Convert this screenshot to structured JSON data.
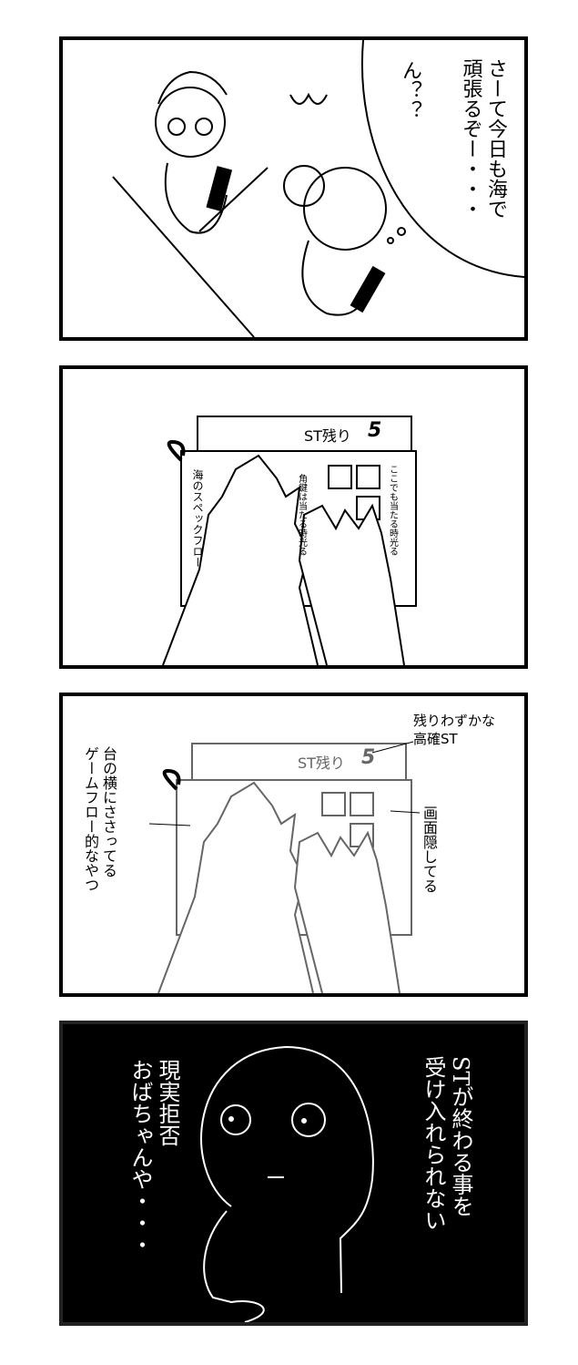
{
  "panels": [
    {
      "speech": "さーて今日も海で\n頑張るぞー・・・",
      "thought": "ん？？"
    },
    {
      "screen_label": "ST残り",
      "screen_count": "5",
      "flow_title": "海のスペックフロー",
      "note_left": "角鍵は当たる時光る",
      "note_right": "ここでも当たる時光る"
    },
    {
      "screen_label": "ST残り",
      "screen_count": "5",
      "annot_top": "残りわずかな\n高確ST",
      "annot_left": "台の横にささってる\nゲームフロー的なやつ",
      "annot_right": "画面隠してる"
    },
    {
      "caption_right": "STが終わる事を\n受け入れられない",
      "caption_left": "現実拒否\nおばちゃんや・・・"
    }
  ],
  "colors": {
    "ink": "#000000",
    "panel4_bg": "#000000",
    "panel4_ink": "#ffffff",
    "panel3_ink": "#666666"
  }
}
